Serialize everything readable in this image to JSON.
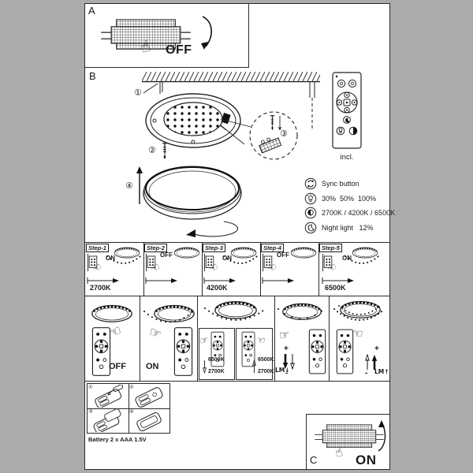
{
  "colors": {
    "ink": "#1a1a1a",
    "paper": "#ffffff",
    "background": "#ababab"
  },
  "icons": {
    "hand_left": "☜",
    "hand_right": "☞",
    "hand_up": "☝"
  },
  "sheet": {
    "panel_a": {
      "label": "A",
      "switch_state": "OFF"
    },
    "panel_b": {
      "label": "B",
      "callout_1": "①",
      "callout_2": "②",
      "callout_3": "③",
      "callout_4": "④",
      "remote_caption": "incl.",
      "legend": [
        {
          "icon": "sync-icon",
          "text": "Sync button"
        },
        {
          "icon": "brightness-levels-icon",
          "text": "30%  50%  100%"
        },
        {
          "icon": "color-temperature-icon",
          "text": "2700K / 4200K / 6500K"
        },
        {
          "icon": "night-light-icon",
          "text": "Night light   12%"
        }
      ]
    },
    "steps": [
      {
        "title": "Step-1",
        "switch_state": "ON",
        "color_temp": "2700K"
      },
      {
        "title": "Step-2",
        "switch_state": "OFF",
        "color_temp": ""
      },
      {
        "title": "Step-3",
        "switch_state": "ON",
        "color_temp": "4200K"
      },
      {
        "title": "Step-4",
        "switch_state": "OFF",
        "color_temp": ""
      },
      {
        "title": "Step-5",
        "switch_state": "ON",
        "color_temp": "6500K"
      }
    ],
    "remote_demos": {
      "off_label": "OFF",
      "on_label": "ON",
      "temp_high": "6500K",
      "temp_low": "2700K",
      "plus": "+",
      "minus": "-",
      "dim_down_label": "LM↓",
      "dim_up_label": "LM↑"
    },
    "battery": {
      "caption": "Battery 2 x AAA 1.5V",
      "step_1": "①",
      "step_2": "②",
      "step_3": "③",
      "step_4": "④"
    },
    "panel_c": {
      "label": "C",
      "switch_state": "ON"
    }
  }
}
